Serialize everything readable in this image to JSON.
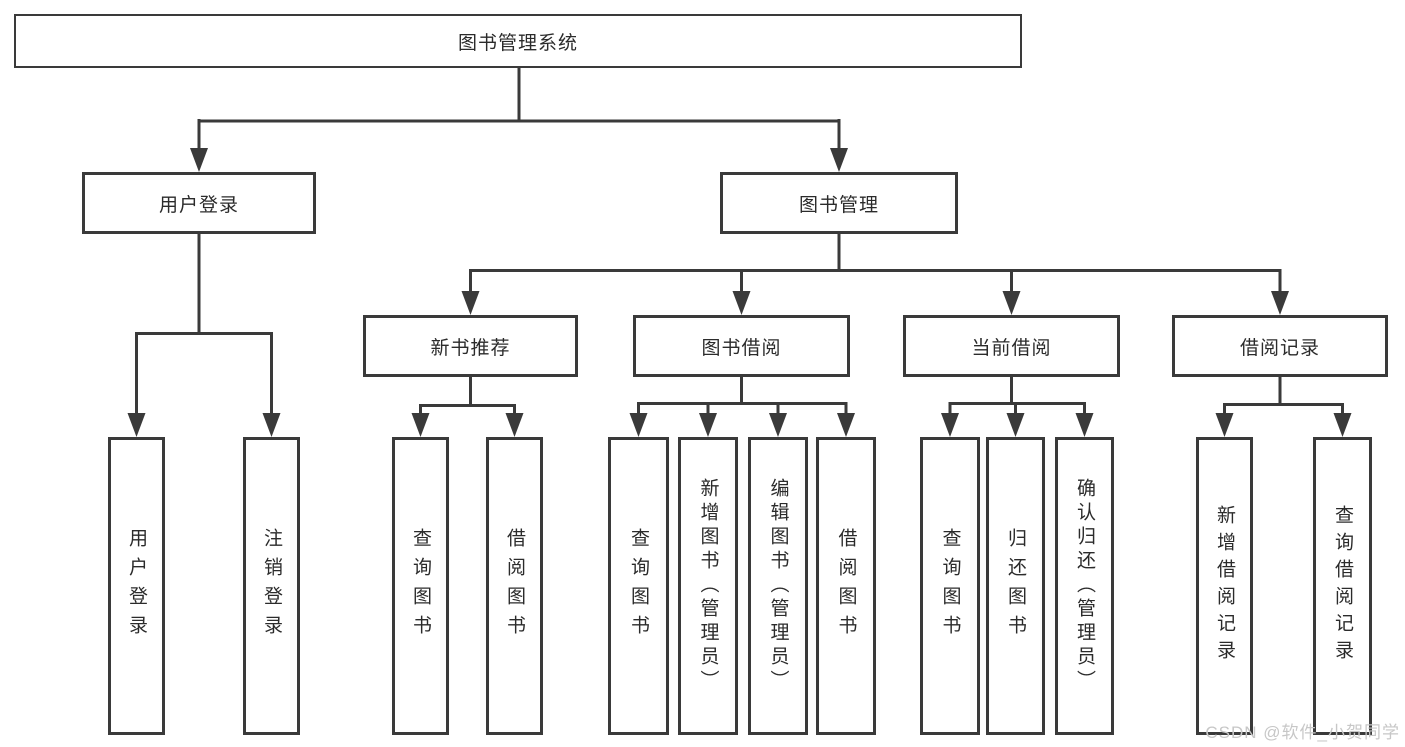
{
  "diagram": {
    "title": "图书管理系统",
    "root": {
      "label": "图书管理系统"
    },
    "branches": [
      {
        "label": "用户登录",
        "children": [
          {
            "label": "用户登录"
          },
          {
            "label": "注销登录"
          }
        ]
      },
      {
        "label": "图书管理",
        "children": [
          {
            "label": "新书推荐",
            "children": [
              {
                "label": "查询图书"
              },
              {
                "label": "借阅图书"
              }
            ]
          },
          {
            "label": "图书借阅",
            "children": [
              {
                "label": "查询图书"
              },
              {
                "label": "新增图书（管理员）"
              },
              {
                "label": "编辑图书（管理员）"
              },
              {
                "label": "借阅图书"
              }
            ]
          },
          {
            "label": "当前借阅",
            "children": [
              {
                "label": "查询图书"
              },
              {
                "label": "归还图书"
              },
              {
                "label": "确认归还（管理员）"
              }
            ]
          },
          {
            "label": "借阅记录",
            "children": [
              {
                "label": "新增借阅记录"
              },
              {
                "label": "查询借阅记录"
              }
            ]
          }
        ]
      }
    ]
  },
  "watermark": "CSDN @软件_小贺同学",
  "colors": {
    "line": "#3a3a3a",
    "text": "#2b2b2b",
    "watermark": "#c7c7c7",
    "background": "#ffffff"
  }
}
